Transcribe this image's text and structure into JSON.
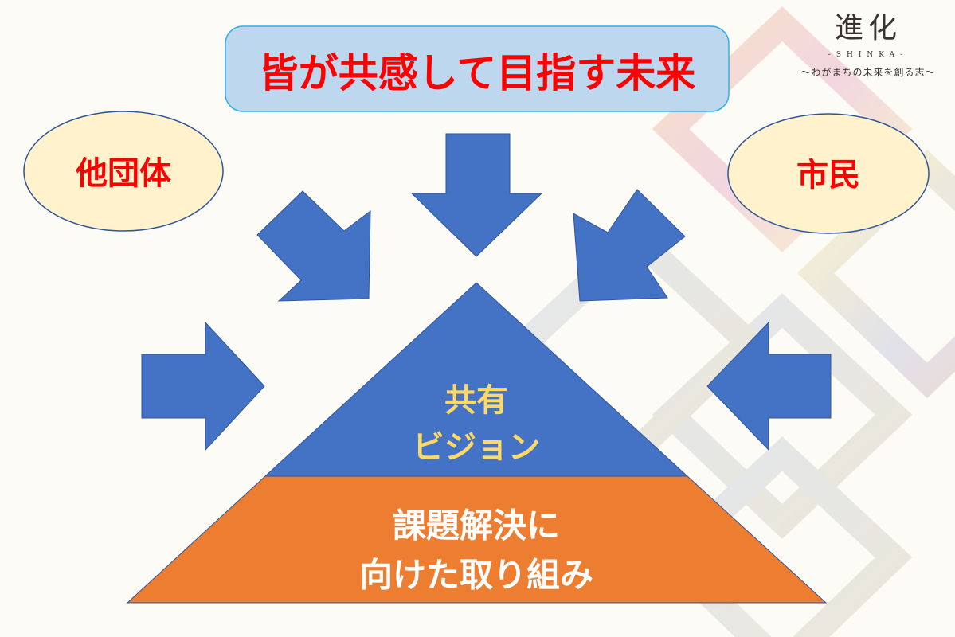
{
  "logo": {
    "kanji": "進化",
    "romaji": "-SHINKA-",
    "tagline": "〜わがまちの未来を創る志〜"
  },
  "goal": "皆が共感して目指す未来",
  "left_party": "他団体",
  "right_party": "市民",
  "pyramid": {
    "top_line1": "共有",
    "top_line2": "ビジョン",
    "bottom_line1": "課題解決に",
    "bottom_line2": "向けた取り組み"
  },
  "colors": {
    "arrow": "#4472c4",
    "bottom": "#ed7d31",
    "red_text": "#ff0000",
    "vision_text": "#ffd966",
    "goal_box": "#bdd7ee",
    "ellipse": "#fff2cc"
  }
}
